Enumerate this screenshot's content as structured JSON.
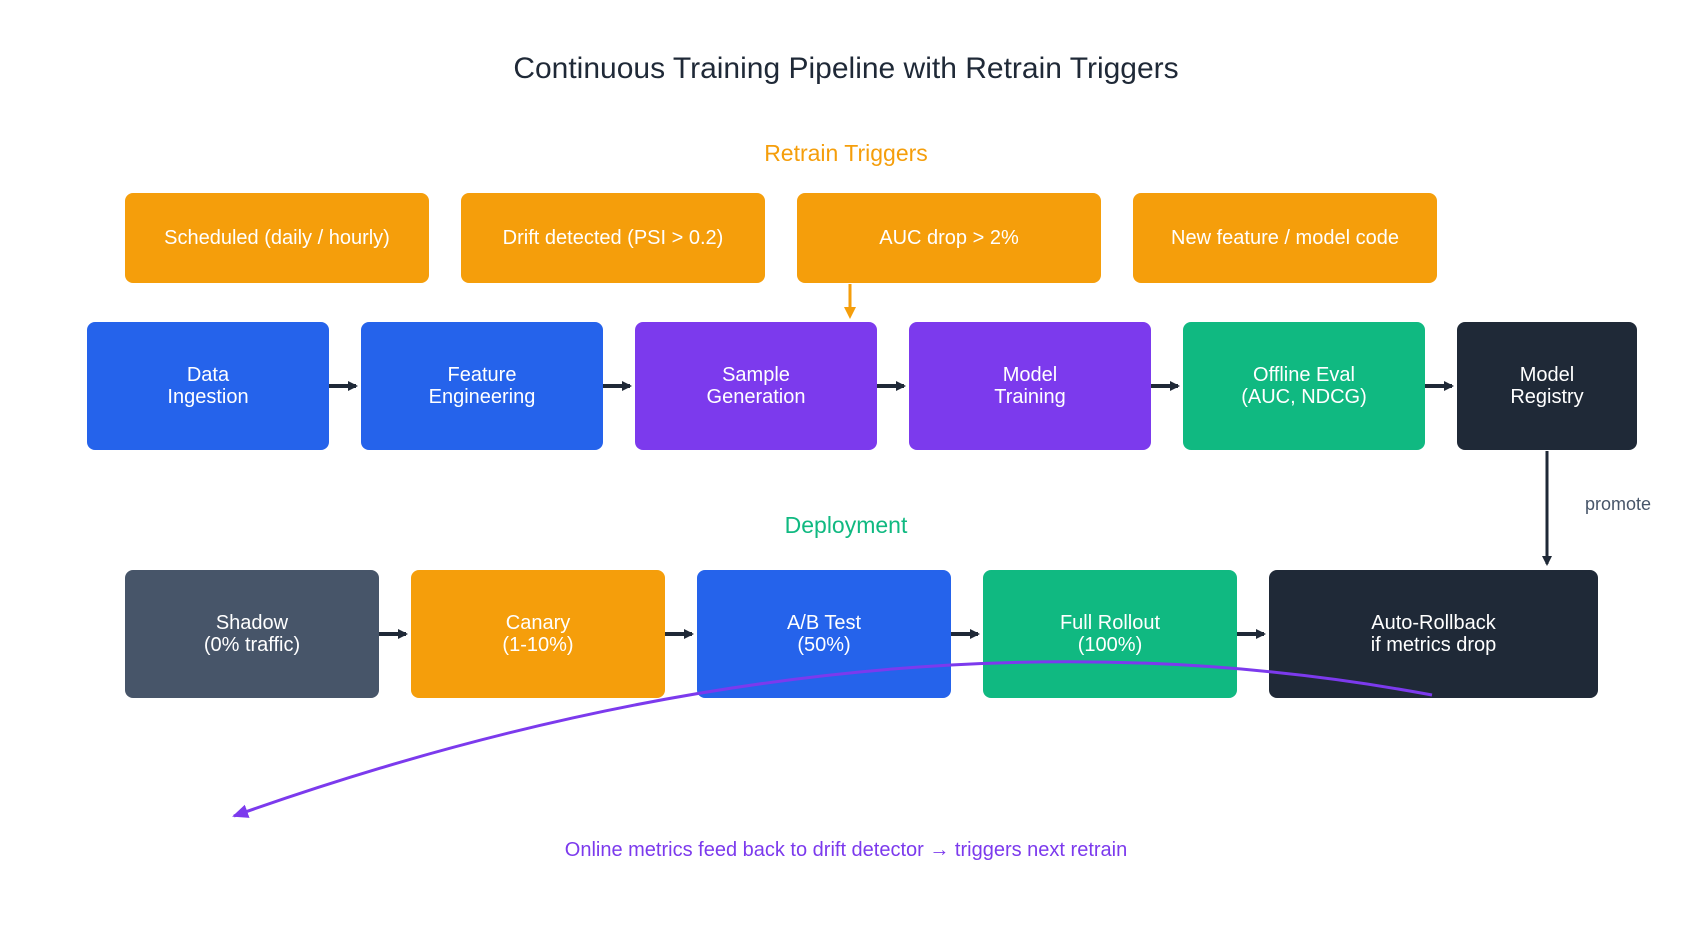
{
  "diagram": {
    "title": "Continuous Training Pipeline with Retrain Triggers",
    "triggers_label": "Retrain Triggers",
    "triggers": [
      {
        "label": "Scheduled (daily / hourly)"
      },
      {
        "label": "Drift detected (PSI > 0.2)"
      },
      {
        "label": "AUC drop > 2%"
      },
      {
        "label": "New feature / model code"
      }
    ],
    "pipeline": [
      {
        "label": "Data\nIngestion"
      },
      {
        "label": "Feature\nEngineering"
      },
      {
        "label": "Sample\nGeneration"
      },
      {
        "label": "Model\nTraining"
      },
      {
        "label": "Offline Eval\n(AUC, NDCG)"
      },
      {
        "label": "Model\nRegistry"
      }
    ],
    "promote_label": "promote",
    "deployment_label": "Deployment",
    "deployment": [
      {
        "label": "Shadow\n(0% traffic)"
      },
      {
        "label": "Canary\n(1-10%)"
      },
      {
        "label": "A/B Test\n(50%)"
      },
      {
        "label": "Full Rollout\n(100%)"
      },
      {
        "label": "Auto-Rollback\nif metrics drop"
      }
    ],
    "feedback_label": "Online metrics feed back to drift detector  →  triggers next retrain"
  },
  "colors": {
    "trigger": "#f59e0b",
    "ingest_feature": "#2563eb",
    "sample_training": "#7c3aed",
    "eval": "#10b981",
    "registry": "#1f2937",
    "shadow": "#475569",
    "canary": "#f59e0b",
    "ab_test": "#2563eb",
    "full_rollout": "#10b981",
    "rollback": "#1f2937",
    "feedback": "#7c3aed",
    "arrow": "#1f2937"
  }
}
